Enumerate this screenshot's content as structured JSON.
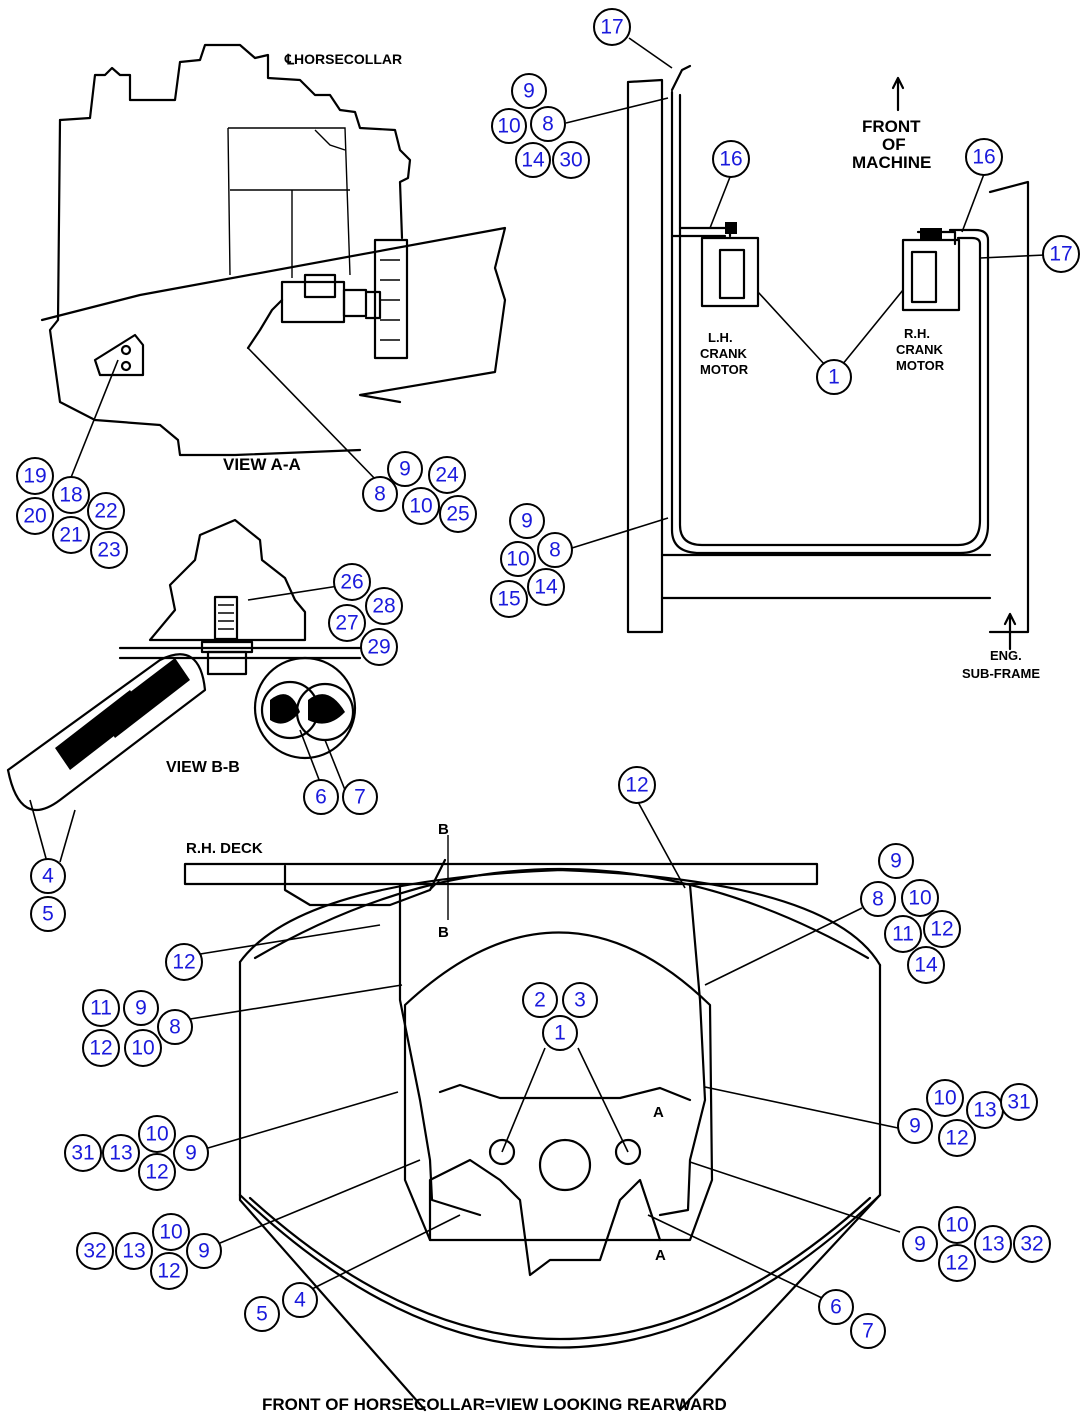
{
  "labels": {
    "horsecollar": "℄HORSECOLLAR",
    "view_aa": "VIEW A-A",
    "front_of_machine": [
      "FRONT",
      "OF",
      "MACHINE"
    ],
    "lh_crank_motor": [
      "L.H.",
      "CRANK",
      "MOTOR"
    ],
    "rh_crank_motor": [
      "R.H.",
      "CRANK",
      "MOTOR"
    ],
    "eng_sub_frame": [
      "ENG.",
      "SUB-FRAME"
    ],
    "view_bb": "VIEW B-B",
    "rh_deck": "R.H. DECK",
    "section_b_top": "B",
    "section_b_bottom": "B",
    "section_a_top": "A",
    "section_a_bottom": "A",
    "bottom_caption": "FRONT OF HORSECOLLAR=VIEW LOOKING REARWARD"
  },
  "callouts": [
    {
      "id": "c17a",
      "text": "17"
    },
    {
      "id": "c9a",
      "text": "9"
    },
    {
      "id": "c10a",
      "text": "10"
    },
    {
      "id": "c8a",
      "text": "8"
    },
    {
      "id": "c14a",
      "text": "14"
    },
    {
      "id": "c30",
      "text": "30"
    },
    {
      "id": "c16a",
      "text": "16"
    },
    {
      "id": "c16b",
      "text": "16"
    },
    {
      "id": "c17b",
      "text": "17"
    },
    {
      "id": "c1a",
      "text": "1"
    },
    {
      "id": "c19",
      "text": "19"
    },
    {
      "id": "c18",
      "text": "18"
    },
    {
      "id": "c22",
      "text": "22"
    },
    {
      "id": "c20",
      "text": "20"
    },
    {
      "id": "c21",
      "text": "21"
    },
    {
      "id": "c23",
      "text": "23"
    },
    {
      "id": "c9b",
      "text": "9"
    },
    {
      "id": "c24",
      "text": "24"
    },
    {
      "id": "c8b",
      "text": "8"
    },
    {
      "id": "c10b",
      "text": "10"
    },
    {
      "id": "c25",
      "text": "25"
    },
    {
      "id": "c9c",
      "text": "9"
    },
    {
      "id": "c10c",
      "text": "10"
    },
    {
      "id": "c8c",
      "text": "8"
    },
    {
      "id": "c15",
      "text": "15"
    },
    {
      "id": "c14c",
      "text": "14"
    },
    {
      "id": "c26",
      "text": "26"
    },
    {
      "id": "c27",
      "text": "27"
    },
    {
      "id": "c28",
      "text": "28"
    },
    {
      "id": "c29",
      "text": "29"
    },
    {
      "id": "c6a",
      "text": "6"
    },
    {
      "id": "c7a",
      "text": "7"
    },
    {
      "id": "c4a",
      "text": "4"
    },
    {
      "id": "c5a",
      "text": "5"
    },
    {
      "id": "c12a",
      "text": "12"
    },
    {
      "id": "c9d",
      "text": "9"
    },
    {
      "id": "c8d",
      "text": "8"
    },
    {
      "id": "c10d",
      "text": "10"
    },
    {
      "id": "c11d",
      "text": "11"
    },
    {
      "id": "c12d",
      "text": "12"
    },
    {
      "id": "c14d",
      "text": "14"
    },
    {
      "id": "c12b",
      "text": "12"
    },
    {
      "id": "c11e",
      "text": "11"
    },
    {
      "id": "c9e",
      "text": "9"
    },
    {
      "id": "c8e",
      "text": "8"
    },
    {
      "id": "c12e",
      "text": "12"
    },
    {
      "id": "c10e",
      "text": "10"
    },
    {
      "id": "c2",
      "text": "2"
    },
    {
      "id": "c3",
      "text": "3"
    },
    {
      "id": "c1b",
      "text": "1"
    },
    {
      "id": "c10f",
      "text": "10"
    },
    {
      "id": "c13f",
      "text": "13"
    },
    {
      "id": "c31f",
      "text": "31"
    },
    {
      "id": "c9f",
      "text": "9"
    },
    {
      "id": "c12f",
      "text": "12"
    },
    {
      "id": "c31g",
      "text": "31"
    },
    {
      "id": "c13g",
      "text": "13"
    },
    {
      "id": "c10g",
      "text": "10"
    },
    {
      "id": "c9g",
      "text": "9"
    },
    {
      "id": "c12g",
      "text": "12"
    },
    {
      "id": "c10h",
      "text": "10"
    },
    {
      "id": "c32h",
      "text": "32"
    },
    {
      "id": "c13h",
      "text": "13"
    },
    {
      "id": "c9h",
      "text": "9"
    },
    {
      "id": "c12h",
      "text": "12"
    },
    {
      "id": "c10i",
      "text": "10"
    },
    {
      "id": "c9i",
      "text": "9"
    },
    {
      "id": "c13i",
      "text": "13"
    },
    {
      "id": "c32i",
      "text": "32"
    },
    {
      "id": "c12i",
      "text": "12"
    },
    {
      "id": "c4b",
      "text": "4"
    },
    {
      "id": "c5b",
      "text": "5"
    },
    {
      "id": "c6b",
      "text": "6"
    },
    {
      "id": "c7b",
      "text": "7"
    }
  ]
}
